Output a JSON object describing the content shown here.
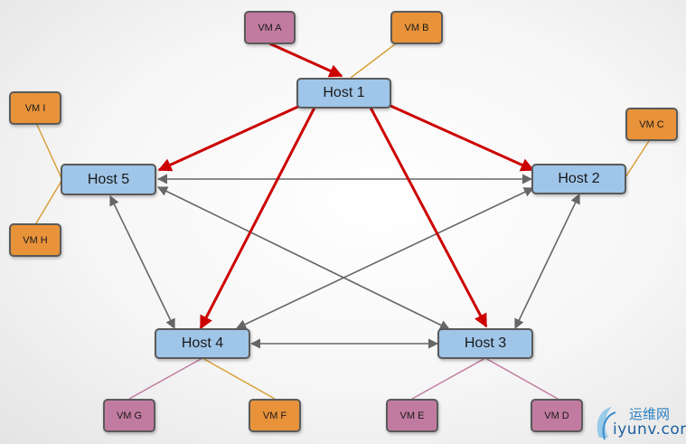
{
  "hosts": {
    "h1": "Host 1",
    "h2": "Host 2",
    "h3": "Host 3",
    "h4": "Host 4",
    "h5": "Host 5"
  },
  "vms": {
    "a": "VM A",
    "b": "VM B",
    "c": "VM C",
    "d": "VM D",
    "e": "VM E",
    "f": "VM F",
    "g": "VM G",
    "h": "VM H",
    "i": "VM I"
  },
  "colors": {
    "host_fill": "#9fc5e8",
    "vm_orange": "#e8923a",
    "vm_purple": "#c27ba0",
    "red_arrow": "#cc0000",
    "gray_arrow": "#666666",
    "orange_link": "#d9a03a",
    "purple_link": "#c27ba0"
  },
  "watermark": {
    "cn": "运维网",
    "en": "iyunv.com"
  }
}
